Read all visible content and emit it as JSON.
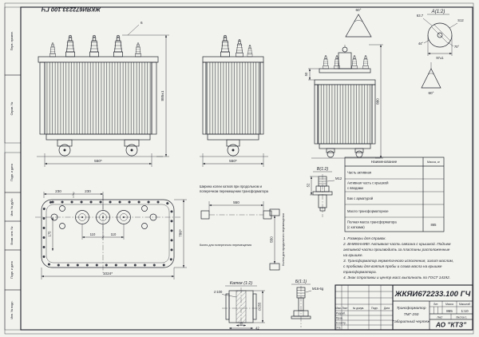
{
  "colors": {
    "paper": "#f2f3ee",
    "ink": "#23252e"
  },
  "doc": {
    "number_top": "ЖКЯИ672233.100 ГЧ"
  },
  "margin": {
    "b1": "Перв. примен.",
    "b2": "Справ. №",
    "b3": "Подп. и дата",
    "b4": "Инв. № дубл.",
    "b5": "Взам. инв. №",
    "b6": "Подп. и дата",
    "b7": "Инв. № подл."
  },
  "front": {
    "callout": "6",
    "dim_w": "550*",
    "dim_h": "885±1"
  },
  "side": {
    "dim_w": "550*"
  },
  "rear": {
    "dim_50": "50",
    "dim_h": "880"
  },
  "cones": {
    "c1": "60°",
    "c2": "60°"
  },
  "detail_a": {
    "title": "А(1:2)",
    "d_637": "63.7",
    "d_s12": "S12",
    "d_44": "44°",
    "d_70": "70°",
    "d_97": "97±1"
  },
  "plan": {
    "d230a": "230",
    "d230b": "230",
    "d_w": "1024*",
    "d_h": "786*",
    "d110a": "110",
    "d110b": "110",
    "d175": "175"
  },
  "rails": {
    "cap1": "Ширина колеи катков при продольном и",
    "cap2": "поперечном перемещении трансформатора",
    "g1": "550",
    "g2": "550",
    "lbl_b": "Колея для поперечного перемещения",
    "lbl_r": "Колея для продольного перемещения"
  },
  "detail_v": {
    "title": "В(1:2)",
    "m12": "M12",
    "d52": "52"
  },
  "detail_b": {
    "title": "Б(1:1)",
    "m16": "M16-6g"
  },
  "katok": {
    "title": "Каток  (1:2)",
    "d1": "∅100",
    "d2": "∅255",
    "d3": "35",
    "d4": "42"
  },
  "table": {
    "h_name": "Наименование",
    "h_mass": "Масса, кг",
    "rows": [
      {
        "l1": "Часть активная",
        "l2": "",
        "mass": ""
      },
      {
        "l1": "Активная часть с крышкой",
        "l2": "с вводами",
        "mass": ""
      },
      {
        "l1": "Бак с арматурой",
        "l2": "",
        "mass": ""
      },
      {
        "l1": "Масло трансформаторное",
        "l2": "",
        "mass": ""
      },
      {
        "l1": "Полная масса трансформатора",
        "l2": "(с катками)",
        "mass": "865"
      }
    ]
  },
  "notes": {
    "lines": [
      "1. Размеры для справок.",
      "2. ВНИМАНИЕ! Активная часть связана с крышкой. Подъем",
      "активной части производить за пластины расположенные",
      "на крышке.",
      "3. Трансформатор герметичного исполнения, залит маслом,",
      "с пробками для взятия пробы и слива масла на крышке",
      "трансформатора.",
      "4. Знак строповки и центр масс выполнить по ГОСТ 14192."
    ]
  },
  "titleblock": {
    "number": "ЖКЯИ672233.100 ГЧ",
    "c_izm": "Изм.",
    "c_list": "Лист",
    "c_doc": "№ докум.",
    "c_podp": "Подп.",
    "c_data": "Дата",
    "r1": "Разраб.",
    "r2": "Пров.",
    "r3": "Н.контр.",
    "r4": "Утв.",
    "name1": "Трансформатор",
    "name2": "ТМГ-250",
    "name3": "Габаритный чертеж",
    "lit": "Лит.",
    "massa": "Масса",
    "masshtab": "Масштаб",
    "massa_val": "865",
    "scale_val": "1:10",
    "list": "Лист",
    "listov": "Листов 1",
    "org": "АО \"КТЗ\""
  }
}
